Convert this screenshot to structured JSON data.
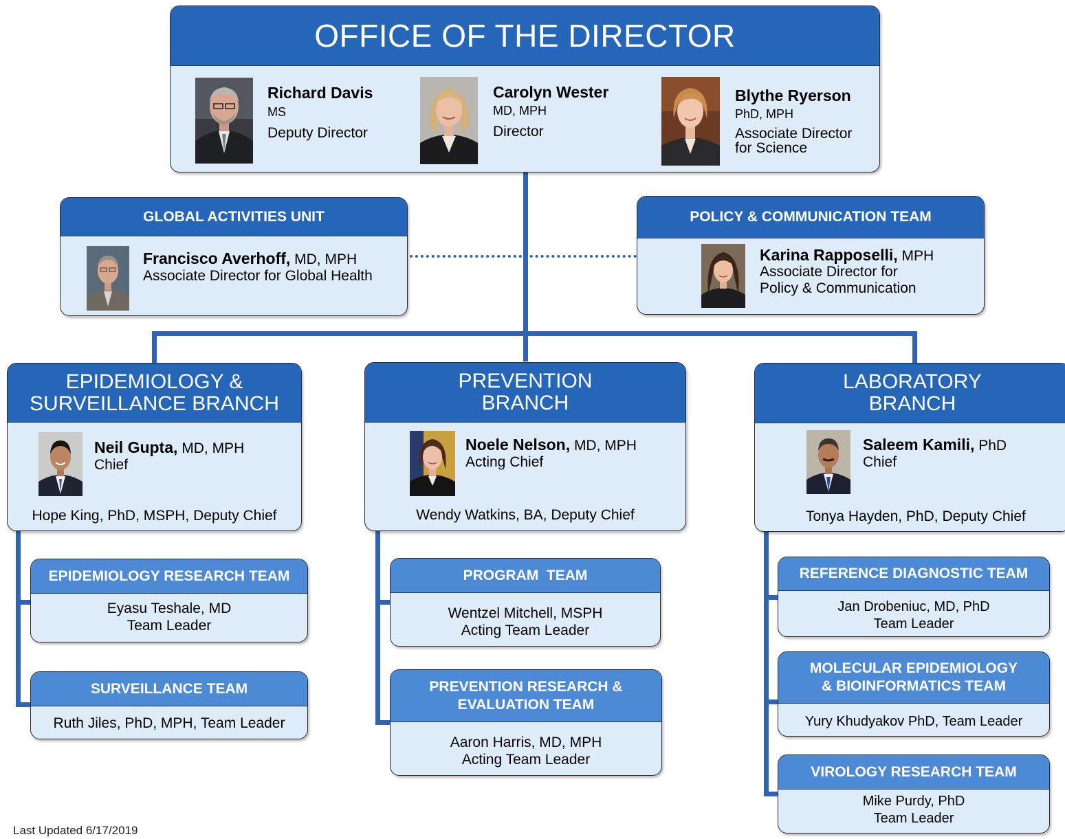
{
  "office": {
    "title": "OFFICE OF THE DIRECTOR",
    "people": [
      {
        "name": "Richard Davis",
        "degree": "MS",
        "role": "Deputy Director"
      },
      {
        "name": "Carolyn Wester",
        "degree": "MD, MPH",
        "role": "Director"
      },
      {
        "name": "Blythe Ryerson",
        "degree": "PhD, MPH",
        "role_line1": "Associate Director",
        "role_line2": "for Science"
      }
    ]
  },
  "global_unit": {
    "title": "GLOBAL ACTIVITIES UNIT",
    "name": "Francisco Averhoff,",
    "degree": " MD, MPH",
    "role": "Associate Director for Global Health"
  },
  "policy_team": {
    "title": "POLICY & COMMUNICATION TEAM",
    "name": "Karina Rapposelli,",
    "degree": " MPH",
    "role_line1": "Associate Director for",
    "role_line2": "Policy & Communication"
  },
  "branches": [
    {
      "title_line1": "EPIDEMIOLOGY &",
      "title_line2": "SURVEILLANCE BRANCH",
      "chief_name": "Neil Gupta,",
      "chief_degree": " MD, MPH",
      "chief_role": "Chief",
      "deputy": "Hope King, PhD, MSPH, Deputy Chief",
      "teams": [
        {
          "title": "EPIDEMIOLOGY RESEARCH TEAM",
          "line1": "Eyasu Teshale, MD",
          "line2": "Team Leader"
        },
        {
          "title": "SURVEILLANCE TEAM",
          "line1": "Ruth Jiles, PhD, MPH, Team Leader"
        }
      ]
    },
    {
      "title_line1": "PREVENTION",
      "title_line2": "BRANCH",
      "chief_name": "Noele Nelson,",
      "chief_degree": " MD, MPH",
      "chief_role": "Acting Chief",
      "deputy": "Wendy Watkins, BA, Deputy Chief",
      "teams": [
        {
          "title": "PROGRAM  TEAM",
          "line1": "Wentzel Mitchell, MSPH",
          "line2": "Acting Team Leader"
        },
        {
          "title_line1": "PREVENTION RESEARCH &",
          "title_line2": "EVALUATION TEAM",
          "line1": "Aaron Harris, MD, MPH",
          "line2": "Acting Team Leader"
        }
      ]
    },
    {
      "title_line1": "LABORATORY",
      "title_line2": "BRANCH",
      "chief_name": "Saleem Kamili,",
      "chief_degree": " PhD",
      "chief_role": "Chief",
      "deputy": "Tonya Hayden, PhD, Deputy Chief",
      "teams": [
        {
          "title": "REFERENCE DIAGNOSTIC TEAM",
          "line1": "Jan Drobeniuc, MD, PhD",
          "line2": "Team Leader"
        },
        {
          "title_line1": "MOLECULAR EPIDEMIOLOGY",
          "title_line2": "& BIOINFORMATICS TEAM",
          "line1": "Yury Khudyakov PhD, Team Leader"
        },
        {
          "title": "VIROLOGY RESEARCH TEAM",
          "line1": "Mike Purdy, PhD",
          "line2": "Team Leader"
        }
      ]
    }
  ],
  "footer": "Last Updated 6/17/2019",
  "colors": {
    "header": "#2566b8",
    "team_header": "#4d8ad6",
    "box_fill": "#deebf8",
    "connector": "#2f63b5"
  }
}
